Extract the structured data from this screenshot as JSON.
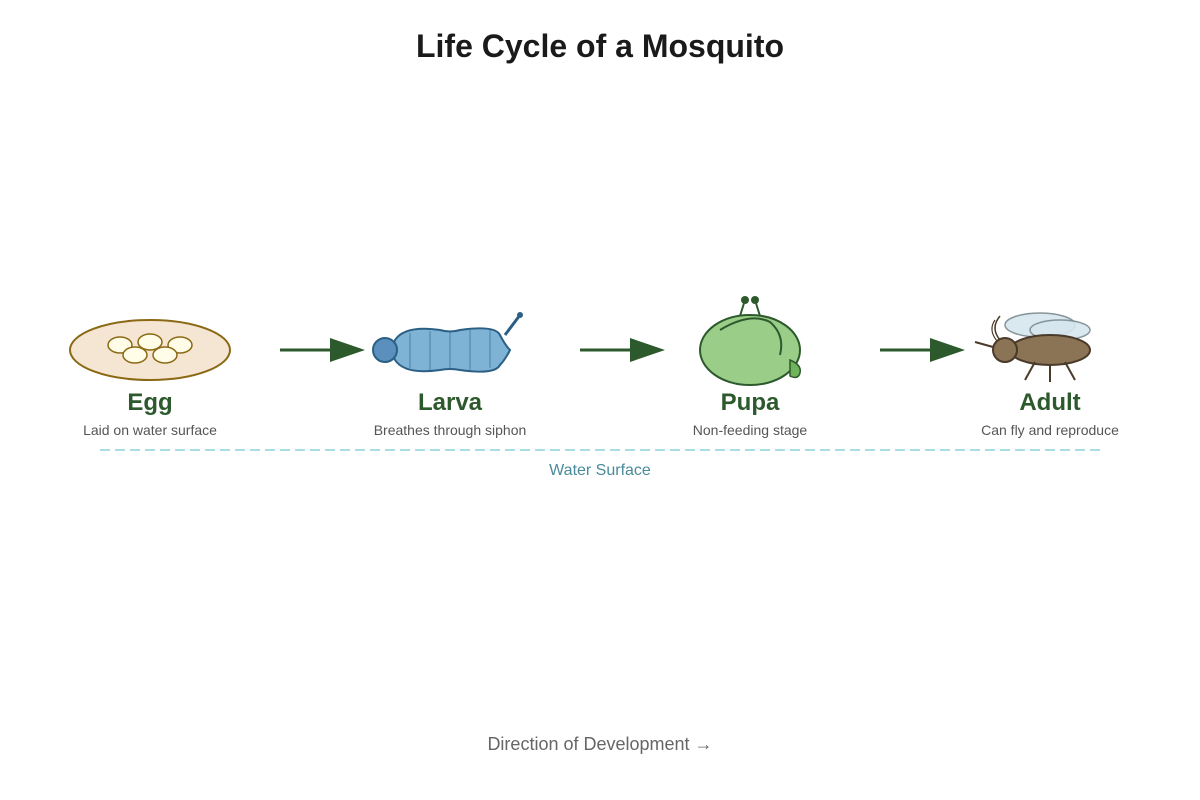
{
  "title": "Life Cycle of a Mosquito",
  "stages": [
    {
      "id": "egg",
      "name": "Egg",
      "description": "Laid on water surface"
    },
    {
      "id": "larva",
      "name": "Larva",
      "description": "Breathes through siphon"
    },
    {
      "id": "pupa",
      "name": "Pupa",
      "description": "Non-feeding stage"
    },
    {
      "id": "adult",
      "name": "Adult",
      "description": "Can fly and reproduce"
    }
  ],
  "water_surface_label": "Water Surface",
  "direction_label": "Direction of Development →",
  "colors": {
    "stage_label": "#2d5a2d",
    "arrow": "#2d5a2d",
    "egg_fill": "#f5e6d3",
    "egg_stroke": "#8b6914",
    "larva_fill": "#7fb3d5",
    "larva_stroke": "#2c5f85",
    "pupa_fill": "#9acd87",
    "pupa_stroke": "#2d5a2d",
    "adult_body": "#8b7355",
    "adult_wing": "#d6e6ee",
    "water_line": "#a8dde6"
  }
}
